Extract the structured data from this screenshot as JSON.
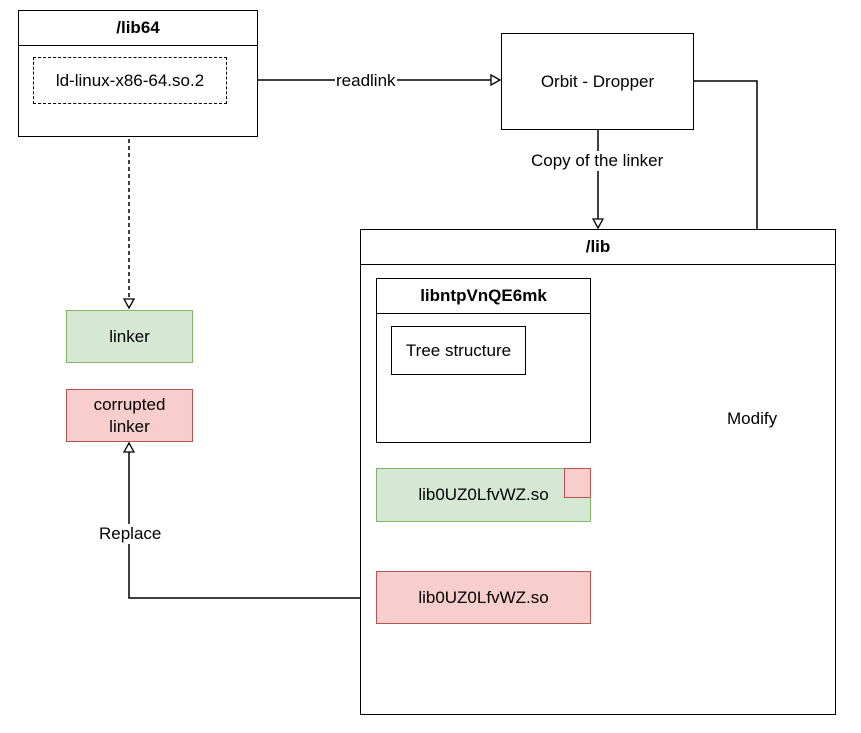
{
  "nodes": {
    "lib64": {
      "title": "/lib64",
      "file": "ld-linux-x86-64.so.2"
    },
    "dropper": {
      "label": "Orbit - Dropper"
    },
    "lib": {
      "title": "/lib",
      "folder": {
        "title": "libntpVnQE6mk",
        "content": "Tree structure"
      },
      "original_so": "lib0UZ0LfvWZ.so",
      "modified_so": "lib0UZ0LfvWZ.so"
    },
    "linker": {
      "label": "linker"
    },
    "corrupted_linker": {
      "label": "corrupted\nlinker"
    }
  },
  "edges": {
    "readlink": "readlink",
    "copy": "Copy of the linker",
    "modify": "Modify",
    "replace": "Replace"
  },
  "colors": {
    "green_fill": "#d5e8d4",
    "green_stroke": "#82b366",
    "red_fill": "#f8cecc",
    "red_stroke": "#b85450"
  }
}
